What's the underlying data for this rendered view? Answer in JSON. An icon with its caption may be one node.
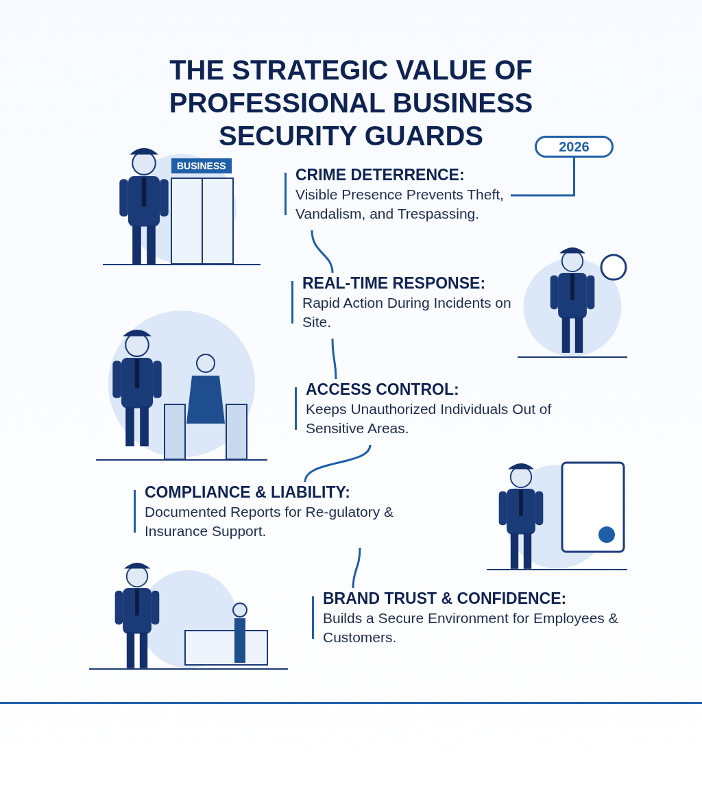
{
  "diagram": {
    "title": "THE STRATEGIC VALUE OF PROFESSIONAL BUSINESS SECURITY GUARDS",
    "nodes": [
      {
        "text": [
          "2026"
        ]
      },
      {
        "text": [],
        "shape": "picture"
      },
      {
        "text": [
          "CRIME DETERRENCE:",
          "Visible Presence Prevents Theft, Vandalism, and Trespassing."
        ]
      },
      {
        "text": [],
        "shape": "picture"
      },
      {
        "text": [
          "REAL-TIME RESPONSE:",
          "Rapid Action During Incidents on Site."
        ]
      },
      {
        "text": [],
        "shape": "picture"
      },
      {
        "text": [
          "ACCESS CONTROL:",
          "Keeps Unauthorized Individuals Out of Sensitive Areas."
        ]
      },
      {
        "text": [
          "COMPLIANCE & LIABILITY:",
          "Documented Reports for Re-gulatory & Insurance Support."
        ]
      },
      {
        "text": [],
        "shape": "picture"
      },
      {
        "text": [],
        "shape": "picture"
      },
      {
        "text": [
          "BRAND TRUST & CONFIDENCE:",
          "Builds a Secure Environment for Employees & Customers."
        ]
      }
    ],
    "edges": [
      {
        "from": 0,
        "to": 2,
        "arrow": "none"
      },
      {
        "from": 2,
        "to": 4,
        "arrow": "none"
      },
      {
        "from": 4,
        "to": 6,
        "arrow": "none"
      },
      {
        "from": 6,
        "to": 7,
        "arrow": "none"
      },
      {
        "from": 7,
        "to": 10,
        "arrow": "none"
      }
    ],
    "labels": [
      "BUSINESS"
    ]
  }
}
